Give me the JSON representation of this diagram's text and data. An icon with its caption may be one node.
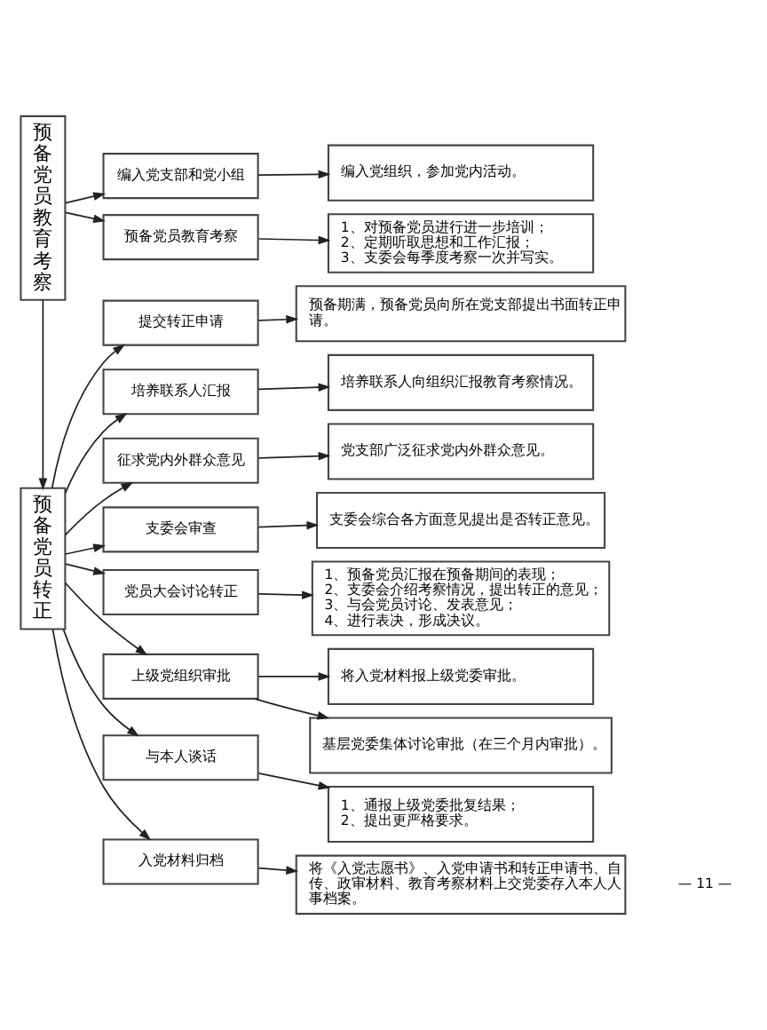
{
  "diagram": {
    "nodes": [
      {
        "text": [
          "预备党员教育考察"
        ]
      },
      {
        "text": [
          "编入党支部和党小组"
        ]
      },
      {
        "text": [
          "编入党组织，参加党内活动。"
        ]
      },
      {
        "text": [
          "预备党员教育考察"
        ]
      },
      {
        "text": [
          "1、对预备党员进行进一步培训； 2、定期听取思想和工作汇报； 3、支委会每季度考察一次并写实。"
        ]
      },
      {
        "text": [
          "预备党员转正"
        ]
      },
      {
        "text": [
          "提交转正申请"
        ]
      },
      {
        "text": [
          "预备期满，预备党员向所在党支部提出书面转正申请。"
        ]
      },
      {
        "text": [
          "培养联系人汇报"
        ]
      },
      {
        "text": [
          "培养联系人向组织汇报教育考察情况。"
        ]
      },
      {
        "text": [
          "征求党内外群众意见"
        ]
      },
      {
        "text": [
          "党支部广泛征求党内外群众意见。"
        ]
      },
      {
        "text": [
          "支委会审查"
        ]
      },
      {
        "text": [
          "支委会综合各方面意见提出是否转正意见。"
        ]
      },
      {
        "text": [
          "党员大会讨论转正"
        ]
      },
      {
        "text": [
          "1、预备党员汇报在预备期间的表现； 2、支委会介绍考察情况，提出转正的意见； 3、与会党员讨论、发表意见； 4、进行表决，形成决议。"
        ]
      },
      {
        "text": [
          "上级党组织审批"
        ]
      },
      {
        "text": [
          "将入党材料报上级党委审批。"
        ]
      },
      {
        "text": [
          "基层党委集体讨论审批（在三个月内审批）。"
        ]
      },
      {
        "text": [
          "与本人谈话"
        ]
      },
      {
        "text": [
          "1、通报上级党委批复结果； 2、提出更严格要求。"
        ]
      },
      {
        "text": [
          "入党材料归档"
        ]
      },
      {
        "text": [
          "将《入党志愿书》、入党申请书和转正申请书、自传、政审材料、教育考察材料上交党委存入本人人事档案。"
        ]
      }
    ],
    "edges": [
      {
        "from": 0,
        "to": 1,
        "arrow": "to"
      },
      {
        "from": 1,
        "to": 2,
        "arrow": "to"
      },
      {
        "from": 0,
        "to": 3,
        "arrow": "to"
      },
      {
        "from": 3,
        "to": 4,
        "arrow": "to"
      },
      {
        "from": 0,
        "to": 5,
        "arrow": "to"
      },
      {
        "from": 5,
        "to": 6,
        "arrow": "to"
      },
      {
        "from": 6,
        "to": 7,
        "arrow": "to"
      },
      {
        "from": 5,
        "to": 8,
        "arrow": "to"
      },
      {
        "from": 8,
        "to": 9,
        "arrow": "to"
      },
      {
        "from": 5,
        "to": 10,
        "arrow": "to"
      },
      {
        "from": 10,
        "to": 11,
        "arrow": "to"
      },
      {
        "from": 5,
        "to": 12,
        "arrow": "to"
      },
      {
        "from": 12,
        "to": 13,
        "arrow": "to"
      },
      {
        "from": 5,
        "to": 14,
        "arrow": "to"
      },
      {
        "from": 14,
        "to": 15,
        "arrow": "to"
      },
      {
        "from": 5,
        "to": 16,
        "arrow": "to"
      },
      {
        "from": 16,
        "to": 17,
        "arrow": "to"
      },
      {
        "from": 16,
        "to": 18,
        "arrow": "to"
      },
      {
        "from": 5,
        "to": 19,
        "arrow": "to"
      },
      {
        "from": 19,
        "to": 20,
        "arrow": "to"
      },
      {
        "from": 5,
        "to": 21,
        "arrow": "to"
      },
      {
        "from": 21,
        "to": 22,
        "arrow": "to"
      }
    ],
    "labels": [
      "— 11 —"
    ]
  }
}
